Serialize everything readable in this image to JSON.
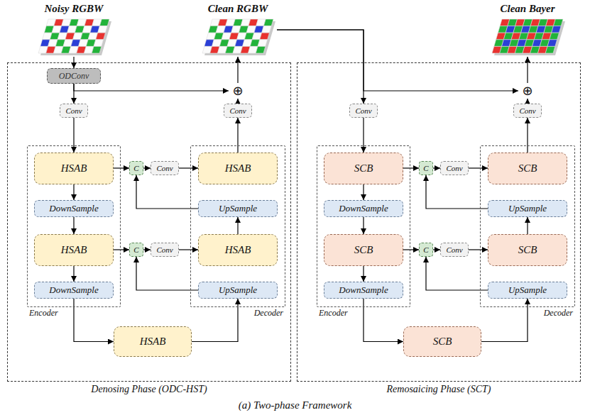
{
  "diagram": {
    "caption": "(a) Two-phase Framework",
    "nodes": [
      {
        "text": [
          "Noisy RGBW"
        ]
      },
      {
        "text": [
          "Clean RGBW"
        ]
      },
      {
        "text": [
          "Clean Bayer"
        ]
      },
      {
        "text": [
          "Denosing Phase (ODC-HST)"
        ]
      },
      {
        "text": [
          "ODConv"
        ],
        "in": 3
      },
      {
        "text": [
          "⊕"
        ],
        "in": 3
      },
      {
        "text": [
          "Conv"
        ],
        "in": 3
      },
      {
        "text": [
          "Conv"
        ],
        "in": 3
      },
      {
        "text": [
          "Encoder"
        ],
        "in": 3
      },
      {
        "text": [
          "HSAB"
        ],
        "in": 8
      },
      {
        "text": [
          "DownSample"
        ],
        "in": 8
      },
      {
        "text": [
          "HSAB"
        ],
        "in": 8
      },
      {
        "text": [
          "DownSample"
        ],
        "in": 8
      },
      {
        "text": [
          "C"
        ],
        "in": 3
      },
      {
        "text": [
          "Conv"
        ],
        "in": 3
      },
      {
        "text": [
          "C"
        ],
        "in": 3
      },
      {
        "text": [
          "Conv"
        ],
        "in": 3
      },
      {
        "text": [
          "Decoder"
        ],
        "in": 3
      },
      {
        "text": [
          "HSAB"
        ],
        "in": 17
      },
      {
        "text": [
          "UpSample"
        ],
        "in": 17
      },
      {
        "text": [
          "HSAB"
        ],
        "in": 17
      },
      {
        "text": [
          "UpSample"
        ],
        "in": 17
      },
      {
        "text": [
          "HSAB"
        ],
        "in": 3
      },
      {
        "text": [
          "Remosaicing Phase (SCT)"
        ]
      },
      {
        "text": [
          "⊕"
        ],
        "in": 23
      },
      {
        "text": [
          "Conv"
        ],
        "in": 23
      },
      {
        "text": [
          "Conv"
        ],
        "in": 23
      },
      {
        "text": [
          "Encoder"
        ],
        "in": 23
      },
      {
        "text": [
          "SCB"
        ],
        "in": 27
      },
      {
        "text": [
          "DownSample"
        ],
        "in": 27
      },
      {
        "text": [
          "SCB"
        ],
        "in": 27
      },
      {
        "text": [
          "DownSample"
        ],
        "in": 27
      },
      {
        "text": [
          "C"
        ],
        "in": 23
      },
      {
        "text": [
          "Conv"
        ],
        "in": 23
      },
      {
        "text": [
          "C"
        ],
        "in": 23
      },
      {
        "text": [
          "Conv"
        ],
        "in": 23
      },
      {
        "text": [
          "Decoder"
        ],
        "in": 23
      },
      {
        "text": [
          "SCB"
        ],
        "in": 36
      },
      {
        "text": [
          "UpSample"
        ],
        "in": 36
      },
      {
        "text": [
          "SCB"
        ],
        "in": 36
      },
      {
        "text": [
          "UpSample"
        ],
        "in": 36
      },
      {
        "text": [
          "SCB"
        ],
        "in": 23
      }
    ],
    "edges": [
      {
        "from": 0,
        "to": 4,
        "arrow": "to"
      },
      {
        "from": 4,
        "to": 6,
        "arrow": "to"
      },
      {
        "from": 4,
        "to": 5,
        "arrow": "to"
      },
      {
        "from": 6,
        "to": 9,
        "arrow": "to"
      },
      {
        "from": 9,
        "to": 10,
        "arrow": "to"
      },
      {
        "from": 9,
        "to": 13,
        "arrow": "to"
      },
      {
        "from": 10,
        "to": 11,
        "arrow": "to"
      },
      {
        "from": 11,
        "to": 12,
        "arrow": "to"
      },
      {
        "from": 11,
        "to": 15,
        "arrow": "to"
      },
      {
        "from": 12,
        "to": 22,
        "arrow": "to"
      },
      {
        "from": 22,
        "to": 21,
        "arrow": "to"
      },
      {
        "from": 21,
        "to": 15,
        "arrow": "to"
      },
      {
        "from": 15,
        "to": 16,
        "arrow": "to"
      },
      {
        "from": 16,
        "to": 20,
        "arrow": "to"
      },
      {
        "from": 20,
        "to": 19,
        "arrow": "to"
      },
      {
        "from": 19,
        "to": 13,
        "arrow": "to"
      },
      {
        "from": 13,
        "to": 14,
        "arrow": "to"
      },
      {
        "from": 14,
        "to": 18,
        "arrow": "to"
      },
      {
        "from": 18,
        "to": 7,
        "arrow": "to"
      },
      {
        "from": 7,
        "to": 5,
        "arrow": "to"
      },
      {
        "from": 5,
        "to": 1,
        "arrow": "to"
      },
      {
        "from": 1,
        "to": 25,
        "arrow": "to"
      },
      {
        "from": 1,
        "to": 24,
        "arrow": "to"
      },
      {
        "from": 25,
        "to": 28,
        "arrow": "to"
      },
      {
        "from": 28,
        "to": 29,
        "arrow": "to"
      },
      {
        "from": 28,
        "to": 32,
        "arrow": "to"
      },
      {
        "from": 29,
        "to": 30,
        "arrow": "to"
      },
      {
        "from": 30,
        "to": 31,
        "arrow": "to"
      },
      {
        "from": 30,
        "to": 34,
        "arrow": "to"
      },
      {
        "from": 31,
        "to": 41,
        "arrow": "to"
      },
      {
        "from": 41,
        "to": 40,
        "arrow": "to"
      },
      {
        "from": 40,
        "to": 34,
        "arrow": "to"
      },
      {
        "from": 34,
        "to": 35,
        "arrow": "to"
      },
      {
        "from": 35,
        "to": 39,
        "arrow": "to"
      },
      {
        "from": 39,
        "to": 38,
        "arrow": "to"
      },
      {
        "from": 38,
        "to": 32,
        "arrow": "to"
      },
      {
        "from": 32,
        "to": 33,
        "arrow": "to"
      },
      {
        "from": 33,
        "to": 37,
        "arrow": "to"
      },
      {
        "from": 37,
        "to": 26,
        "arrow": "to"
      },
      {
        "from": 26,
        "to": 24,
        "arrow": "to"
      },
      {
        "from": 24,
        "to": 2,
        "arrow": "to"
      }
    ]
  }
}
